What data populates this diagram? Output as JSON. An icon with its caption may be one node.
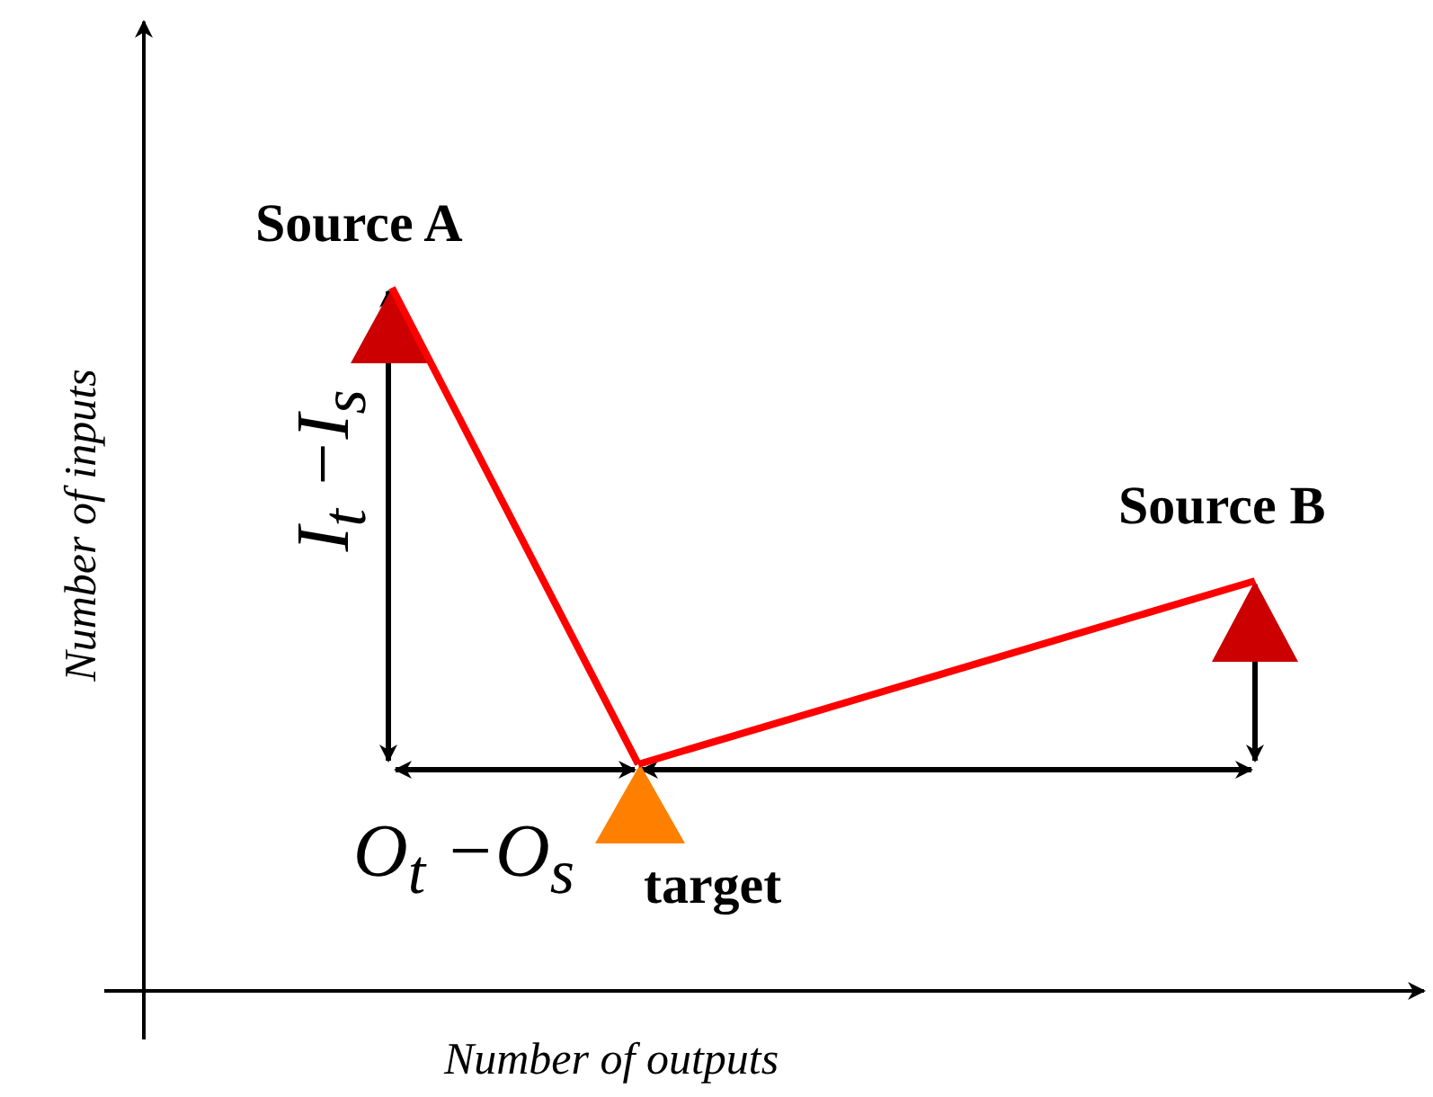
{
  "diagram": {
    "nodes": [
      {
        "text": [
          "Source A"
        ]
      },
      {
        "text": [
          "Source B"
        ]
      },
      {
        "text": [
          "target"
        ]
      }
    ],
    "edges": [
      {
        "from": 0,
        "to": 2,
        "arrow": "none"
      },
      {
        "from": 2,
        "to": 1,
        "arrow": "none"
      }
    ],
    "labels": [
      "Number of inputs",
      "I$_{t}$ −I$_{s}$",
      "O$_{t}$ −O$_{s}$",
      "Number of outputs"
    ]
  }
}
